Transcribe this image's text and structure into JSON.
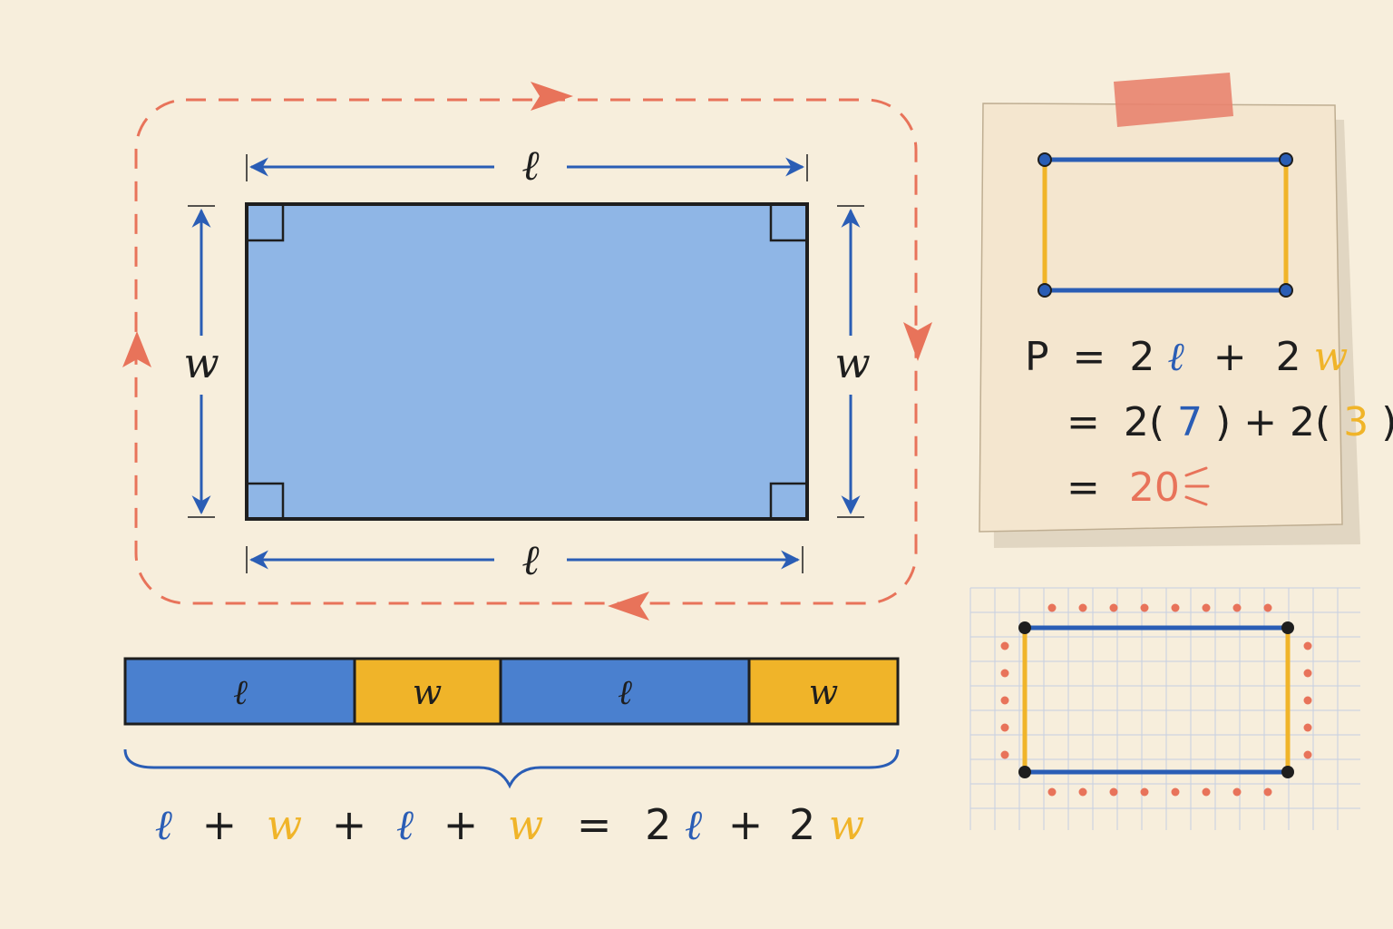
{
  "colors": {
    "paper": "#f7eedc",
    "rect_fill": "#8fb6e6",
    "length_blue": "#2a5db5",
    "width_gold": "#f0b429",
    "perimeter_red": "#e8735a",
    "ink": "#1e1e1e",
    "note_paper": "#f4e6cf",
    "tape": "#e8836e",
    "grid": "#b9c8e4"
  },
  "icons": [
    "clockwise-arrow-icon",
    "dimension-arrow-icon",
    "right-angle-marker-icon",
    "vertex-dot-icon",
    "sparkle-icon",
    "tape-icon"
  ],
  "main_diagram": {
    "top_length_label": "ℓ",
    "bottom_length_label": "ℓ",
    "left_width_label": "w",
    "right_width_label": "w"
  },
  "strip": {
    "segments": [
      {
        "label": "ℓ",
        "kind": "length"
      },
      {
        "label": "w",
        "kind": "width"
      },
      {
        "label": "ℓ",
        "kind": "length"
      },
      {
        "label": "w",
        "kind": "width"
      }
    ],
    "equation": {
      "t1": "ℓ",
      "p1": "+",
      "t2": "w",
      "p2": "+",
      "t3": "ℓ",
      "p3": "+",
      "t4": "w",
      "eq": "=",
      "c1": "2",
      "t5": "ℓ",
      "p4": "+",
      "c2": "2",
      "t6": "w"
    }
  },
  "note": {
    "line1": {
      "p": "P",
      "eq": "=",
      "c1": "2",
      "l": "ℓ",
      "plus": "+",
      "c2": "2",
      "w": "w"
    },
    "line2": {
      "eq": "=",
      "a": "2(",
      "seven": "7",
      "b": ") + 2(",
      "three": "3",
      "c": ")"
    },
    "line3": {
      "eq": "=",
      "result": "20"
    }
  }
}
